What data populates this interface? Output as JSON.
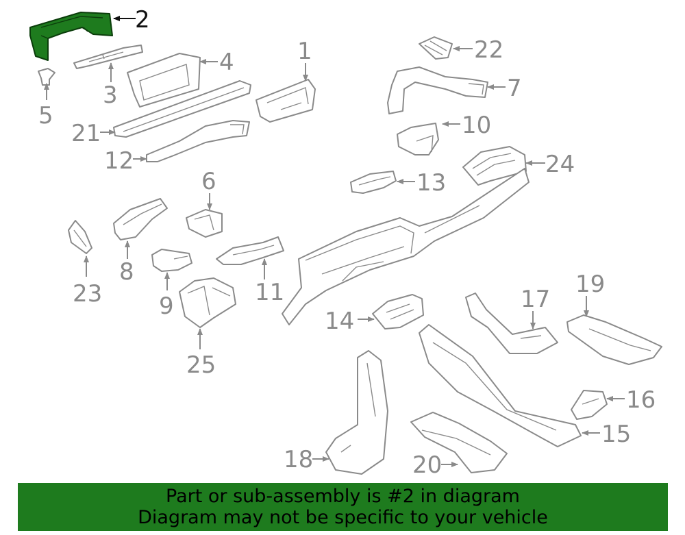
{
  "diagram": {
    "highlight_color": "#1e7b1e",
    "highlighted_part": "2",
    "callouts": [
      "1",
      "2",
      "3",
      "4",
      "5",
      "6",
      "7",
      "8",
      "9",
      "10",
      "11",
      "12",
      "13",
      "14",
      "15",
      "16",
      "17",
      "18",
      "19",
      "20",
      "21",
      "22",
      "23",
      "24",
      "25"
    ]
  },
  "banner": {
    "line1": "Part or sub-assembly is #2 in diagram",
    "line2": "Diagram may not be specific to your vehicle"
  }
}
